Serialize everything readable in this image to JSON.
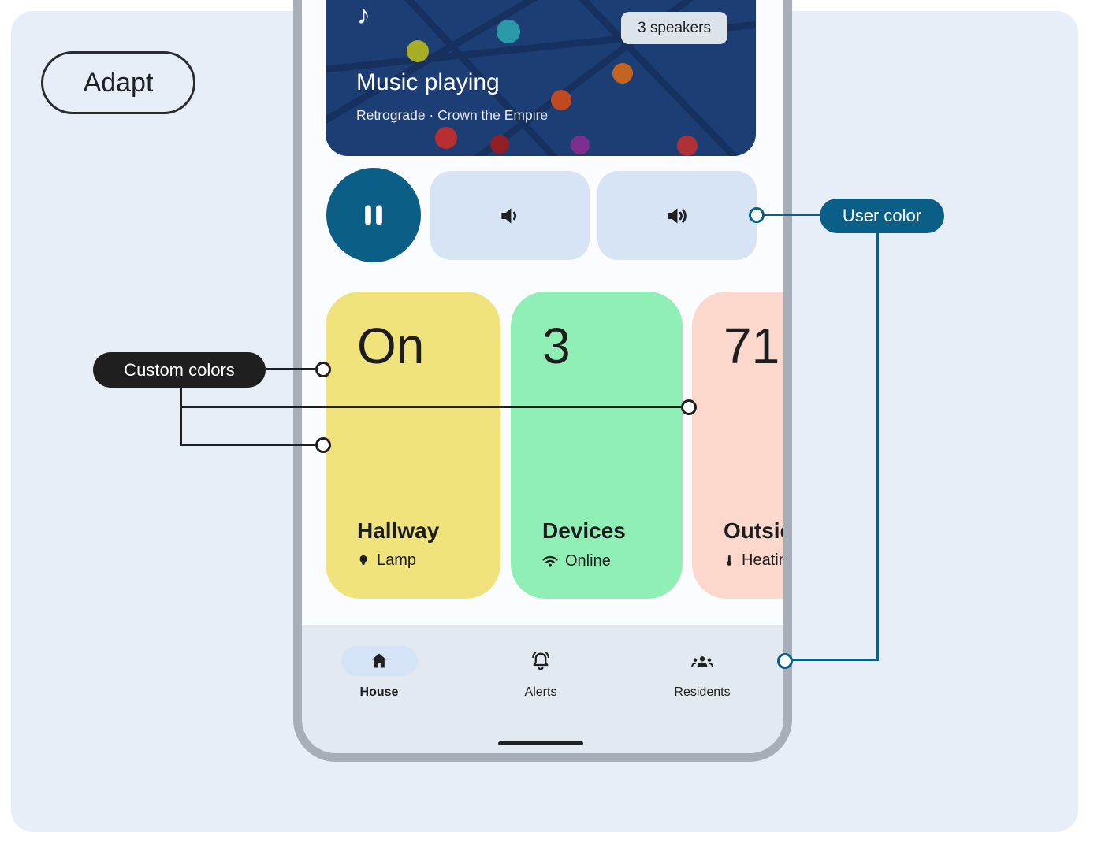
{
  "annotations": {
    "adapt": "Adapt",
    "user_color": "User color",
    "custom_colors": "Custom colors"
  },
  "music": {
    "badge": "3 speakers",
    "title": "Music playing",
    "subtitle": "Retrograde · Crown the Empire",
    "note_icon": "♪"
  },
  "cards": [
    {
      "value": "On",
      "name": "Hallway",
      "status": "Lamp"
    },
    {
      "value": "3",
      "name": "Devices",
      "status": "Online"
    },
    {
      "value": "71",
      "name": "Outside",
      "status": "Heating"
    }
  ],
  "nav": [
    {
      "label": "House"
    },
    {
      "label": "Alerts"
    },
    {
      "label": "Residents"
    }
  ],
  "icons": {
    "music_note": "music-note-icon",
    "pause": "pause-icon",
    "volume_down": "volume-down-icon",
    "volume_up": "volume-up-icon",
    "lamp": "lamp-icon",
    "wifi": "wifi-icon",
    "thermometer": "thermometer-icon",
    "house": "house-icon",
    "alerts": "bell-icon",
    "residents": "people-icon"
  },
  "colors": {
    "user_color_teal": "#0b5f86",
    "custom_black": "#1f1f1f",
    "card_yellow": "#f1e37c",
    "card_green": "#90efb4",
    "card_pink": "#fcd8cc",
    "control_light_blue": "#d6e4f6",
    "canvas_background": "#e8eef7",
    "music_card_background": "#1d3e75",
    "nav_background": "#e3e9f1",
    "phone_frame_gray": "#a8aeb8"
  }
}
